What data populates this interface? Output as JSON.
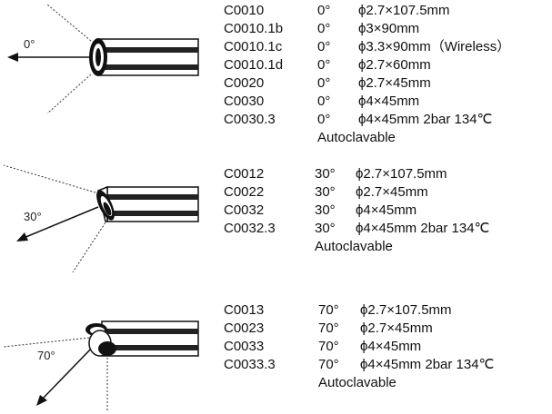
{
  "groups": [
    {
      "angle_label": "0°",
      "icon": "endoscope-tip-0deg-icon",
      "items": [
        {
          "code": "C0010",
          "angle": "0°",
          "spec": "ϕ2.7×107.5mm"
        },
        {
          "code": "C0010.1b",
          "angle": "0°",
          "spec": "ϕ3×90mm"
        },
        {
          "code": "C0010.1c",
          "angle": "0°",
          "spec": "ϕ3.3×90mm（Wireless）"
        },
        {
          "code": "C0010.1d",
          "angle": "0°",
          "spec": "ϕ2.7×60mm"
        },
        {
          "code": "C0020",
          "angle": "0°",
          "spec": "ϕ2.7×45mm"
        },
        {
          "code": "C0030",
          "angle": "0°",
          "spec": "ϕ4×45mm"
        },
        {
          "code": "C0030.3",
          "angle": "0°",
          "spec": "ϕ4×45mm 2bar  134℃"
        }
      ],
      "note": "Autoclavable"
    },
    {
      "angle_label": "30°",
      "icon": "endoscope-tip-30deg-icon",
      "items": [
        {
          "code": "C0012",
          "angle": "30°",
          "spec": "ϕ2.7×107.5mm"
        },
        {
          "code": "C0022",
          "angle": "30°",
          "spec": "ϕ2.7×45mm"
        },
        {
          "code": "C0032",
          "angle": "30°",
          "spec": "ϕ4×45mm"
        },
        {
          "code": "C0032.3",
          "angle": "30°",
          "spec": "ϕ4×45mm   2bar  134℃"
        }
      ],
      "note": "Autoclavable"
    },
    {
      "angle_label": "70°",
      "icon": "endoscope-tip-70deg-icon",
      "items": [
        {
          "code": "C0013",
          "angle": "70°",
          "spec": "ϕ2.7×107.5mm"
        },
        {
          "code": "C0023",
          "angle": "70°",
          "spec": "ϕ2.7×45mm"
        },
        {
          "code": "C0033",
          "angle": "70°",
          "spec": "ϕ4×45mm"
        },
        {
          "code": "C0033.3",
          "angle": "70°",
          "spec": "ϕ4×45mm  2bar  134℃"
        }
      ],
      "note": "Autoclavable"
    }
  ]
}
